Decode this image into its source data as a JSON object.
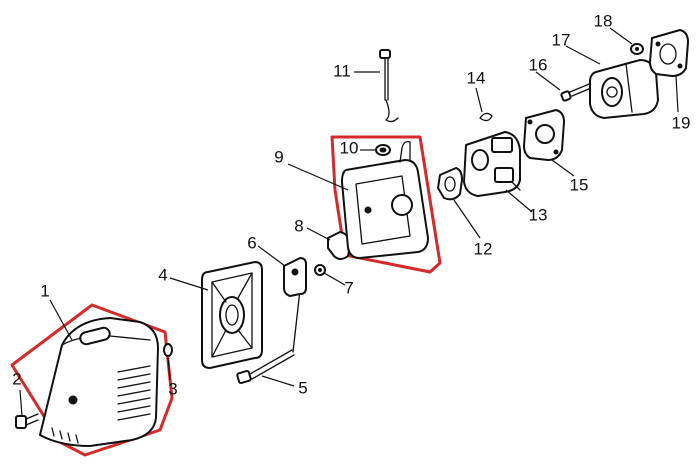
{
  "diagram": {
    "highlight_color": "#d42a2a",
    "callouts": [
      {
        "id": "1",
        "label": "1"
      },
      {
        "id": "2",
        "label": "2"
      },
      {
        "id": "3",
        "label": "3"
      },
      {
        "id": "4",
        "label": "4"
      },
      {
        "id": "5",
        "label": "5"
      },
      {
        "id": "6",
        "label": "6"
      },
      {
        "id": "7",
        "label": "7"
      },
      {
        "id": "8",
        "label": "8"
      },
      {
        "id": "9",
        "label": "9"
      },
      {
        "id": "10",
        "label": "10"
      },
      {
        "id": "11",
        "label": "11"
      },
      {
        "id": "12",
        "label": "12"
      },
      {
        "id": "13",
        "label": "13"
      },
      {
        "id": "14",
        "label": "14"
      },
      {
        "id": "15",
        "label": "15"
      },
      {
        "id": "16",
        "label": "16"
      },
      {
        "id": "17",
        "label": "17"
      },
      {
        "id": "18",
        "label": "18"
      },
      {
        "id": "19",
        "label": "19"
      }
    ]
  }
}
